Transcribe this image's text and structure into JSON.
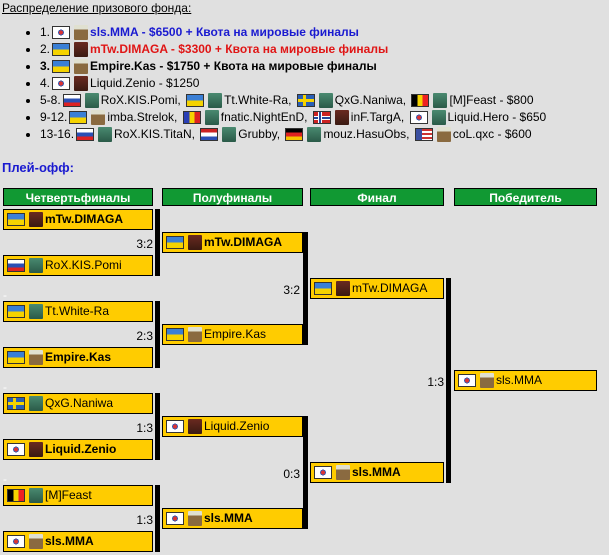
{
  "title": "Распределение призового фонда:",
  "prizes": [
    {
      "place": "1.",
      "flag": "kr",
      "race": "human",
      "text": "sls.MMA - $6500 + Квота на мировые финалы",
      "style": "blue"
    },
    {
      "place": "2.",
      "flag": "ua",
      "race": "undead",
      "text": "mTw.DIMAGA - $3300 + Квота на мировые финалы",
      "style": "red"
    },
    {
      "place": "3.",
      "flag": "ua",
      "race": "human",
      "text": "Empire.Kas - $1750 + Квота на мировые финалы",
      "style": "bold"
    },
    {
      "place": "4.",
      "flag": "kr",
      "race": "undead",
      "text": "Liquid.Zenio - $1250",
      "style": ""
    },
    {
      "place": "5-8.",
      "players": [
        [
          "ru",
          "orc",
          "RoX.KIS.Pomi,"
        ],
        [
          "ua",
          "orc",
          "Tt.White-Ra,"
        ],
        [
          "se",
          "orc",
          "QxG.Naniwa,"
        ],
        [
          "be",
          "orc",
          "[M]Feast - $800"
        ]
      ]
    },
    {
      "place": "9-12.",
      "players": [
        [
          "ua",
          "human",
          "imba.Strelok,"
        ],
        [
          "ro",
          "orc",
          "fnatic.NightEnD,"
        ],
        [
          "no",
          "undead",
          "inF.TargA,"
        ],
        [
          "kr",
          "orc",
          "Liquid.Hero - $650"
        ]
      ]
    },
    {
      "place": "13-16.",
      "players": [
        [
          "ru",
          "orc",
          "RoX.KIS.TitaN,"
        ],
        [
          "nl",
          "orc",
          "Grubby,"
        ],
        [
          "de",
          "orc",
          "mouz.HasuObs,"
        ],
        [
          "us",
          "human",
          "coL.qxc - $600"
        ]
      ]
    }
  ],
  "playoff_title": "Плей-офф:",
  "headers": [
    "Четвертьфиналы",
    "Полуфиналы",
    "Финал",
    "Победитель"
  ],
  "quarterfinals": [
    {
      "flag": "ua",
      "race": "undead",
      "name": "mTw.DIMAGA",
      "winner": true
    },
    {
      "flag": "ru",
      "race": "orc",
      "name": "RoX.KIS.Pomi",
      "winner": false
    },
    {
      "flag": "ua",
      "race": "orc",
      "name": "Tt.White-Ra",
      "winner": false
    },
    {
      "flag": "ua",
      "race": "human",
      "name": "Empire.Kas",
      "winner": true
    },
    {
      "flag": "se",
      "race": "orc",
      "name": "QxG.Naniwa",
      "winner": false
    },
    {
      "flag": "kr",
      "race": "undead",
      "name": "Liquid.Zenio",
      "winner": true
    },
    {
      "flag": "be",
      "race": "orc",
      "name": "[M]Feast",
      "winner": false
    },
    {
      "flag": "kr",
      "race": "human",
      "name": "sls.MMA",
      "winner": true
    }
  ],
  "qf_scores": [
    "3:2",
    "2:3",
    "1:3",
    "1:3"
  ],
  "semifinals": [
    {
      "flag": "ua",
      "race": "undead",
      "name": "mTw.DIMAGA",
      "winner": true
    },
    {
      "flag": "ua",
      "race": "human",
      "name": "Empire.Kas",
      "winner": false
    },
    {
      "flag": "kr",
      "race": "undead",
      "name": "Liquid.Zenio",
      "winner": false
    },
    {
      "flag": "kr",
      "race": "human",
      "name": "sls.MMA",
      "winner": true
    }
  ],
  "sf_scores": [
    "3:2",
    "0:3"
  ],
  "final": [
    {
      "flag": "ua",
      "race": "undead",
      "name": "mTw.DIMAGA",
      "winner": false
    },
    {
      "flag": "kr",
      "race": "human",
      "name": "sls.MMA",
      "winner": true
    }
  ],
  "final_score": "1:3",
  "champion": {
    "flag": "kr",
    "race": "human",
    "name": "sls.MMA"
  },
  "separator": "-"
}
